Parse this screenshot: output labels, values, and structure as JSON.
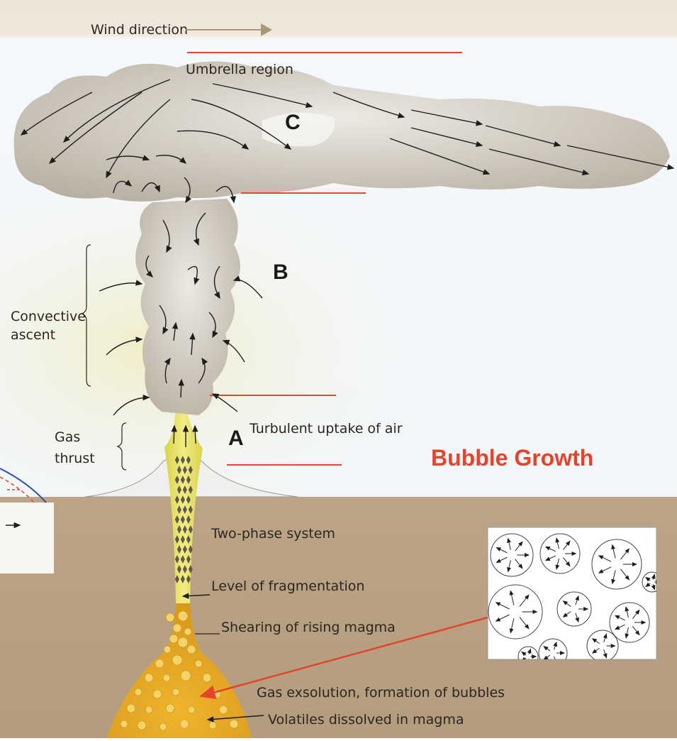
{
  "labels": {
    "wind_direction": "Wind direction",
    "umbrella_region": "Umbrella region",
    "zone_c": "C",
    "zone_b": "B",
    "zone_a": "A",
    "convective_line1": "Convective",
    "convective_line2": "ascent",
    "gas_line1": "Gas",
    "gas_line2": "thrust",
    "turbulent_uptake": "Turbulent uptake of air",
    "bubble_growth": "Bubble Growth",
    "two_phase": "Two-phase system",
    "fragmentation": "Level of fragmentation",
    "shearing": "Shearing of rising magma",
    "gas_exsolution": "Gas exsolution, formation of bubbles",
    "volatiles": "Volatiles dissolved in magma"
  },
  "colors": {
    "accent_red": "#e5432b",
    "sky": "#f4f8fb",
    "ground": "#b8a285",
    "plume": "#bdb5a6",
    "magma": "#e3a726"
  },
  "icons": {
    "wind_arrow": "right-arrow-icon",
    "bubble_inset": "bubble-diagram-icon"
  }
}
